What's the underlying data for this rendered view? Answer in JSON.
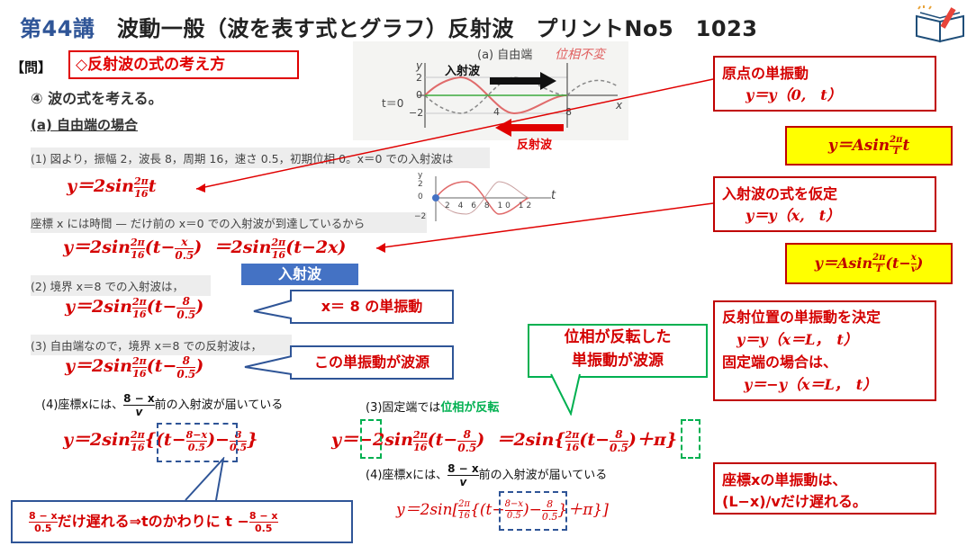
{
  "header": {
    "title_prefix": "第44講",
    "title_main": "波動一般（波を表す式とグラフ）反射波　プリントNo5　1023"
  },
  "question": {
    "label": "【問】",
    "heading": "◇反射波の式の考え方"
  },
  "left": {
    "section": "④ 波の式を考える。",
    "subsection": "(a) 自由端の場合",
    "step1": "(1) 図より，振幅 2，波長 8，周期 16，速さ 0.5，初期位相 0。x＝0 での入射波は",
    "eq1": "y＝2sin",
    "eq1_tail": "t",
    "step_coord": "座標 x には時間 — だけ前の x＝0 での入射波が到達しているから",
    "eq2a": "y＝2sin",
    "eq2a_tail": "(t−",
    "eq2b": "＝2sin",
    "eq2b_tail": "(t−2x)",
    "incident_tag": "入射波",
    "step2": "(2) 境界 x＝8 での入射波は，",
    "eq3": "y＝2sin",
    "eq3_tail": "(t−",
    "step3": "(3) 自由端なので，境界 x＝8 での反射波は，",
    "eq4": "y＝2sin",
    "eq4_tail": "(t−",
    "step4": "(4)座標xには、",
    "step4_tail": "前の入射波が届いている",
    "eq5": "y＝2sin",
    "eq5_mid": "{(t−",
    "eq5_tail": ")−",
    "note_left": "だけ遅れる⇒tのかわりに t −"
  },
  "fractions": {
    "two_pi": "2π",
    "sixteen": "16",
    "x": "x",
    "half": "0.5",
    "eight": "8",
    "v": "v",
    "eight_minus_x": "8 − x",
    "eight_minus_x2": "8−x",
    "t_letter": "T"
  },
  "callouts": {
    "x8": "x＝ 8 の単振動",
    "source": "この単振動が波源",
    "phase_invert": [
      "位相が反転した",
      "単振動が波源"
    ]
  },
  "figure": {
    "caption": "(a) 自由端",
    "handwritten": "位相不変",
    "incident": "入射波",
    "reflected": "反射波",
    "t0": "t＝0",
    "y_label": "y",
    "x_label": "x",
    "ticks_y": [
      "2",
      "0",
      "−2"
    ],
    "tick_x4": "4",
    "tick_x8": "8",
    "small_ticks": [
      "2",
      "4",
      "6",
      "8",
      "10",
      "12"
    ],
    "small_t": "t",
    "small_y": [
      "y",
      "2",
      "0",
      "−2"
    ]
  },
  "right": {
    "box1": [
      "原点の単振動",
      "y＝y（0,　t）"
    ],
    "yellow1": "y＝Asin",
    "yellow1_tail": "t",
    "box2": [
      "入射波の式を仮定",
      "y＝y（x,　t）"
    ],
    "yellow2": "y＝Asin",
    "yellow2_tail": "(t−",
    "box3": [
      "反射位置の単振動を決定",
      "y＝y（x＝L，　t）",
      "固定端の場合は、",
      "y＝−y（x＝L，　t）"
    ],
    "box4": [
      "座標xの単振動は、",
      "(L−x)/vだけ遅れる。"
    ]
  },
  "fixed": {
    "step3": "(3)固定端では",
    "step3_green": "位相が反転",
    "eq_y": "y＝",
    "eq_minus": "−",
    "eq_a": "2sin",
    "eq_a_tail": "(t−",
    "eq_b": "＝2sin{",
    "eq_b_tail": "(t−",
    "eq_b_end": ")＋",
    "pi": "π",
    "close_brace": "}",
    "step4": "(4)座標xには、",
    "step4_tail": "前の入射波が届いている",
    "eq_c": "y＝2sin[",
    "eq_c_mid": "{(t−",
    "eq_c_tail": ")−",
    "eq_c_end": "}＋π}]"
  }
}
